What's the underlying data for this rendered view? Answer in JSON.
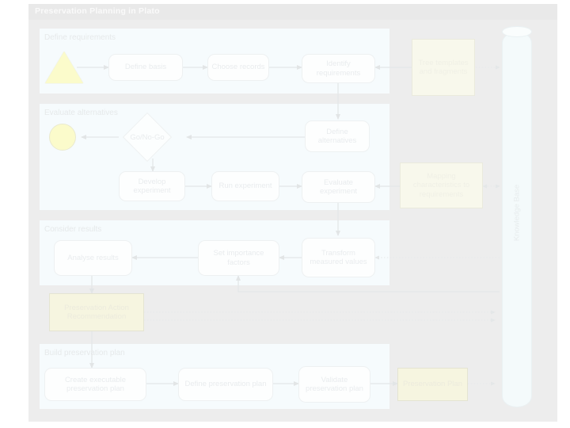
{
  "window": {
    "title": "Preservation Planning in Plato"
  },
  "colors": {
    "panel_background": "#ededed",
    "section_background": "#f6fbfd",
    "node_fill": "#fdfefe",
    "node_border": "#eef1f2",
    "artifact_fill": "#f6f5e0",
    "artifact_border": "#e4e4d2",
    "marker_yellow": "#fbfbcb",
    "connector": "#e4e7e8",
    "knowledge_base_fill": "#f4fafb"
  },
  "sections": [
    {
      "label": "Define requirements"
    },
    {
      "label": "Evaluate alternatives"
    },
    {
      "label": "Consider results"
    },
    {
      "label": "Build preservation plan"
    }
  ],
  "markers": {
    "start_node": "start-triangle",
    "end_node": "end-circle"
  },
  "nodes": {
    "define_basis": "Define basis",
    "choose_records": "Choose records",
    "identify_requirements": "Identify requirements",
    "go_no_go": "Go/No-Go",
    "define_alternatives": "Define alternatives",
    "develop_experiment": "Develop experiment",
    "run_experiment": "Run experiment",
    "evaluate_experiment": "Evaluate experiment",
    "analyse_results": "Analyse results",
    "set_importance_factors": "Set importance factors",
    "transform_measured_values": "Transform measured values",
    "create_executable_preservation_plan": "Create executable preservation plan",
    "define_preservation_plan": "Define preservation plan",
    "validate_preservation_plan": "Validate preservation plan"
  },
  "artifacts": {
    "tree_templates": "Tree templates and fragments",
    "mapping_characteristics": "Mapping characteristics to requirements",
    "preservation_action_recommendation": "Preservation Action Recommendation",
    "preservation_plan": "Preservation Plan"
  },
  "knowledge_base": {
    "label": "Knowledge Base"
  }
}
